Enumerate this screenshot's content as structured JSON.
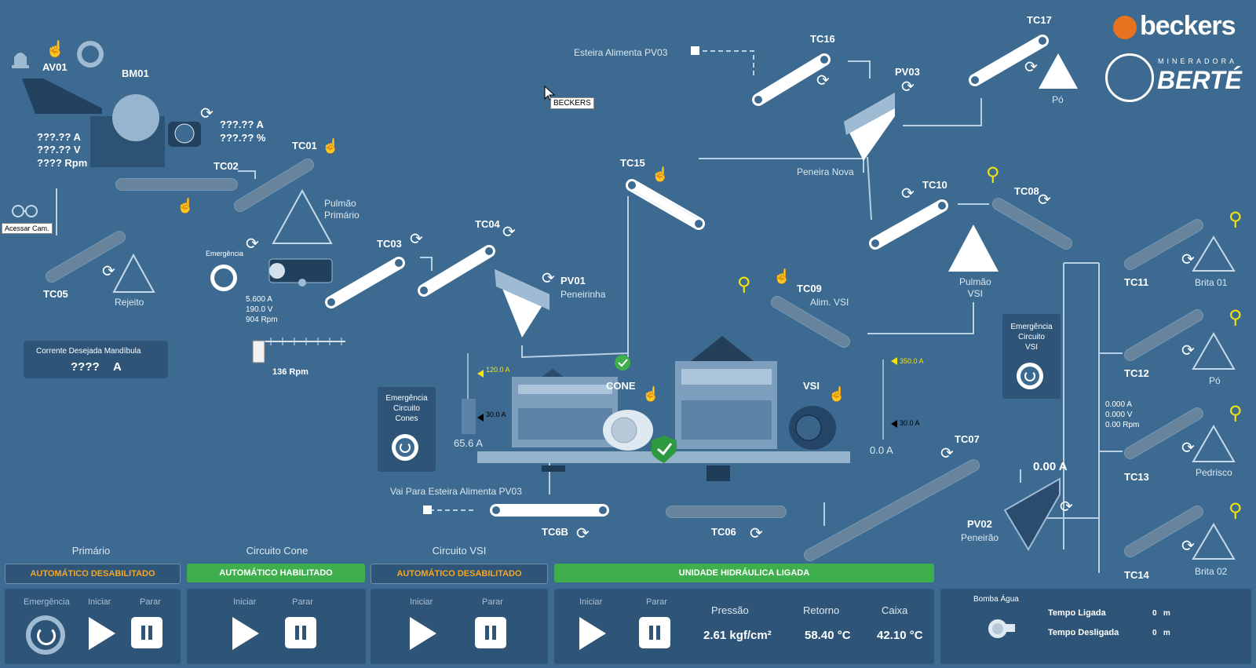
{
  "labels": {
    "av01": "AV01",
    "bm01": "BM01",
    "tc01": "TC01",
    "tc02": "TC02",
    "tc03": "TC03",
    "tc04": "TC04",
    "tc05": "TC05",
    "tc06": "TC06",
    "tc06b": "TC6B",
    "tc07": "TC07",
    "tc08": "TC08",
    "tc09": "TC09",
    "tc10": "TC10",
    "tc11": "TC11",
    "tc12": "TC12",
    "tc13": "TC13",
    "tc14": "TC14",
    "tc15": "TC15",
    "tc16": "TC16",
    "tc17": "TC17",
    "pv01": "PV01",
    "pv02": "PV02",
    "pv03": "PV03",
    "cone": "CONE",
    "vsi": "VSI",
    "rejeito": "Rejeito",
    "pulmao_primario": "Pulmão\nPrimário",
    "pulmao_vsi": "Pulmão\nVSI",
    "peneirinha": "Peneirinha",
    "peneirao": "Peneirão",
    "peneira_nova": "Peneira Nova",
    "alim_vsi": "Alim. VSI",
    "po_top": "Pó",
    "brita01": "Brita 01",
    "po": "Pó",
    "pedrisco": "Pedrisco",
    "brita02": "Brita 02",
    "esteira_alimenta": "Esteira Alimenta PV03",
    "vai_para": "Vai Para Esteira Alimenta PV03",
    "acessar_cam": "Acessar Cam.",
    "emergencia_small": "Emergência"
  },
  "bm01": {
    "current": "???.?? A",
    "voltage": "???.?? V",
    "rpm": "???? Rpm",
    "motor_a": "???.?? A",
    "motor_pct": "???.?? %"
  },
  "primary_motor": {
    "current": "5.600 A",
    "voltage": "190.0 V",
    "rpm": "904 Rpm"
  },
  "slider": {
    "value": "136 Rpm",
    "level": 0.0
  },
  "mandibula": {
    "title": "Corrente Desejada Mandíbula",
    "value": "????",
    "unit": "A"
  },
  "cone": {
    "setpoint_hi": "120.0 A",
    "setpoint_lo": "30.0 A",
    "current": "65.6 A"
  },
  "vsi": {
    "setpoint_hi": "350.0 A",
    "setpoint_lo": "30.0 A",
    "current": "0.0 A"
  },
  "pv02": {
    "current": "0.00 A"
  },
  "tc13_motor": {
    "current": "0.000 A",
    "voltage": "0.000 V",
    "rpm": "0.00 Rpm"
  },
  "emergency_cones": "Emergência\nCircuito\nCones",
  "emergency_vsi": "Emergência\nCircuito\nVSI",
  "tooltip": "BECKERS",
  "logo": {
    "beckers": "beckers",
    "mineradora": "MINERADORA",
    "berte": "BERTÉ"
  },
  "bottom": {
    "primario": {
      "title": "Primário",
      "mode": "AUTOMÁTICO DESABILITADO",
      "emergencia": "Emergência",
      "iniciar": "Iniciar",
      "parar": "Parar"
    },
    "cone": {
      "title": "Circuito Cone",
      "mode": "AUTOMÁTICO HABILITADO",
      "iniciar": "Iniciar",
      "parar": "Parar"
    },
    "vsi": {
      "title": "Circuito VSI",
      "mode": "AUTOMÁTICO DESABILITADO",
      "iniciar": "Iniciar",
      "parar": "Parar"
    },
    "hidraulica": {
      "mode": "UNIDADE HIDRÁULICA LIGADA",
      "iniciar": "Iniciar",
      "parar": "Parar",
      "pressao_label": "Pressão",
      "pressao": "2.61 kgf/cm²",
      "retorno_label": "Retorno",
      "retorno": "58.40 °C",
      "caixa_label": "Caixa",
      "caixa": "42.10 °C"
    },
    "bomba": {
      "title": "Bomba Água",
      "ligada_label": "Tempo Ligada",
      "ligada": "0   m",
      "desligada_label": "Tempo Desligada",
      "desligada": "0   m"
    }
  },
  "colors": {
    "bg": "#3c6a90",
    "panel": "#2e5577",
    "green": "#3fae4c",
    "orange": "#f5a623",
    "yellow": "#f2e30b"
  }
}
